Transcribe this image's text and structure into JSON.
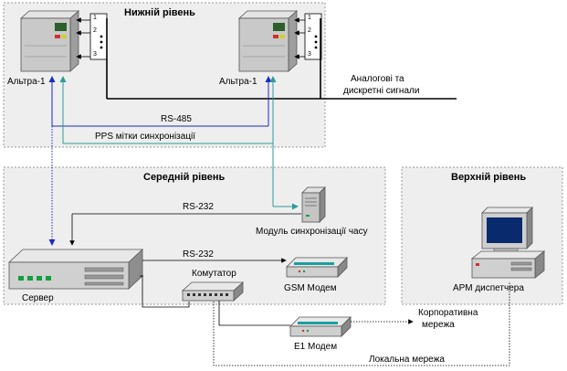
{
  "levels": {
    "lower": "Нижній рівень",
    "middle": "Середній рівень",
    "upper": "Верхній рівень"
  },
  "devices": {
    "altra_left": "Альтра-1",
    "altra_right": "Альтра-1",
    "server": "Сервер",
    "sync_module": "Модуль синхронізації часу",
    "commutator": "Комутатор",
    "gsm_modem": "GSM Модем",
    "e1_modem": "E1 Модем",
    "arm": "АРМ  диспетчера"
  },
  "links": {
    "analog_line1": "Аналогові та",
    "analog_line2": "дискретні сигнали",
    "rs485": "RS-485",
    "pps": "PPS мітки синхронізації",
    "rs232_sync": "RS-232",
    "rs232_gsm": "RS-232",
    "corporate_line1": "Корпоративна",
    "corporate_line2": "мережа",
    "local_network": "Локальна мережа"
  },
  "pins": [
    "1",
    "2",
    "3"
  ],
  "colors": {
    "zone_fill": "#eeeeee",
    "zone_border": "#9a9a9a",
    "rs485_line": "#1a2bc0",
    "pps_line": "#2e9a9a",
    "cabinet": "#c9c9c9",
    "modem_light": "#1aa0a0",
    "server_led": "#10a040",
    "monitor_screen": "#0a2a6e"
  },
  "icons": [
    "controller-cabinet-icon",
    "server-icon",
    "switch-icon",
    "modem-icon",
    "tower-unit-icon",
    "workstation-icon"
  ]
}
